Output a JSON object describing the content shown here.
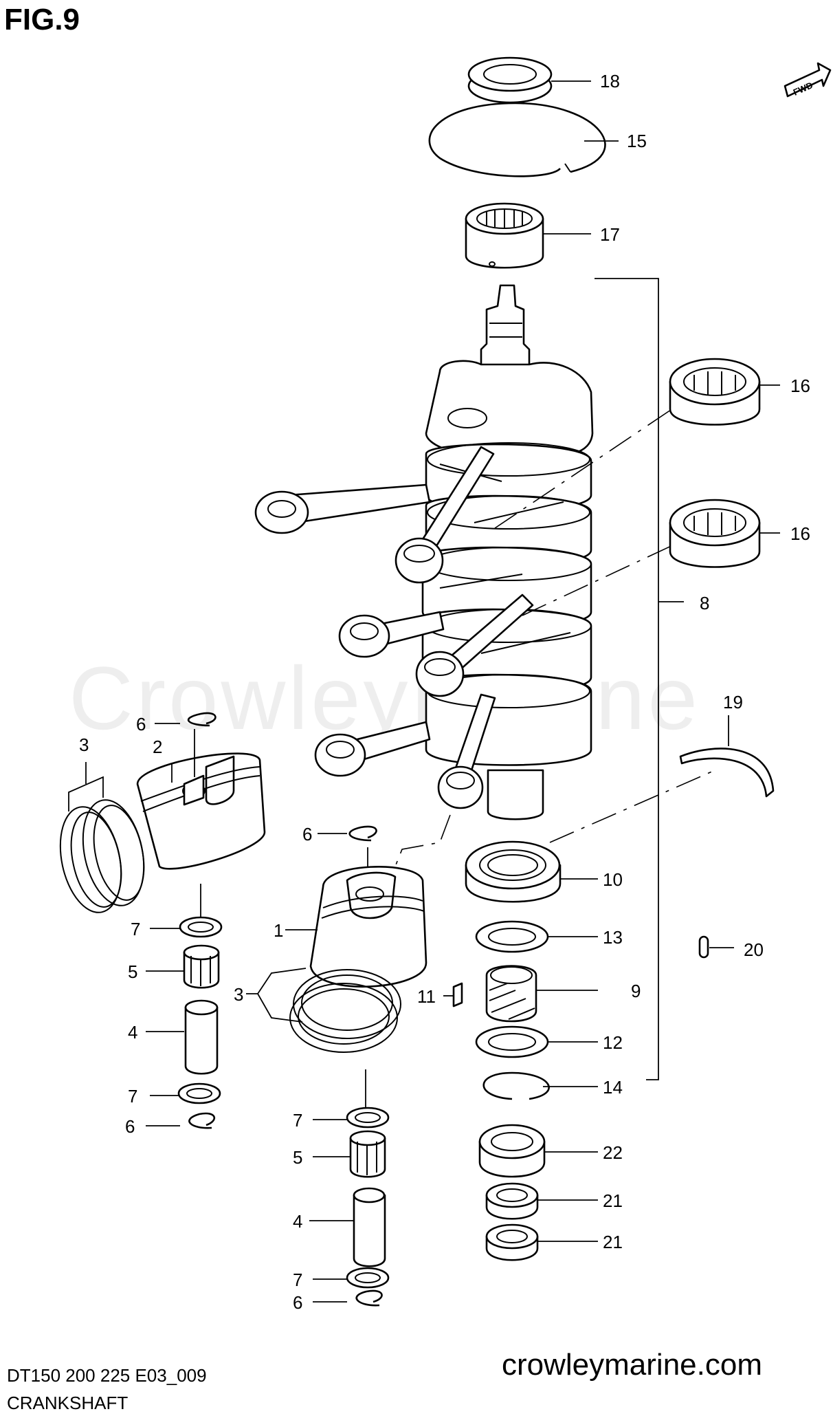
{
  "figure": {
    "title": "FIG.9",
    "reference_code": "DT150 200 225 E03_009",
    "part_name": "CRANKSHAFT",
    "site_url": "crowleymarine.com",
    "watermark": "CrowleyMarine",
    "fwd_label": "FWD"
  },
  "callouts": {
    "c1": "1",
    "c2": "2",
    "c3a": "3",
    "c3b": "3",
    "c4a": "4",
    "c4b": "4",
    "c5a": "5",
    "c5b": "5",
    "c6a": "6",
    "c6b": "6",
    "c6c": "6",
    "c6d": "6",
    "c7a": "7",
    "c7b": "7",
    "c7c": "7",
    "c7d": "7",
    "c8": "8",
    "c9": "9",
    "c10": "10",
    "c11": "11",
    "c12": "12",
    "c13": "13",
    "c14": "14",
    "c15": "15",
    "c16a": "16",
    "c16b": "16",
    "c17": "17",
    "c18": "18",
    "c19": "19",
    "c20": "20",
    "c21a": "21",
    "c21b": "21",
    "c22": "22"
  }
}
